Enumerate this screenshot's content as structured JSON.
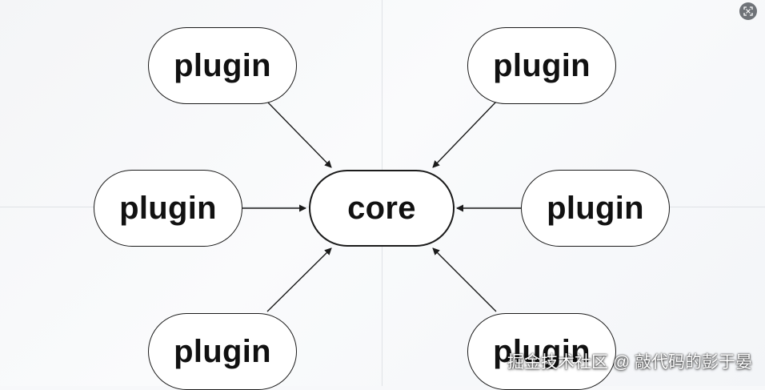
{
  "diagram": {
    "core": {
      "label": "core"
    },
    "plugins": [
      {
        "label": "plugin"
      },
      {
        "label": "plugin"
      },
      {
        "label": "plugin"
      },
      {
        "label": "plugin"
      },
      {
        "label": "plugin"
      },
      {
        "label": "plugin"
      }
    ],
    "edge_color": "#1b1b1b",
    "node_fill": "#ffffff"
  },
  "watermark": {
    "text": "掘金技术社区 @ 敲代码的彭于晏"
  },
  "corner_button": {
    "icon": "image-expand-icon"
  }
}
